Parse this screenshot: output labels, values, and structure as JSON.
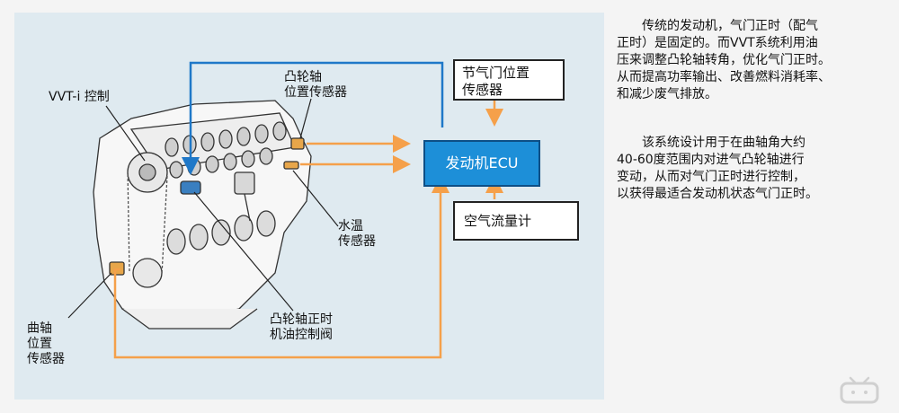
{
  "diagram": {
    "labels": {
      "vvti_control": "VVT-i 控制",
      "cam_position_sensor": [
        "凸轮轴",
        "位置传感器"
      ],
      "throttle_position_sensor": [
        "节气门位置",
        "传感器"
      ],
      "engine_ecu": "发动机ECU",
      "water_temp_sensor": [
        "水温",
        "传感器"
      ],
      "air_flow_meter": "空气流量计",
      "crank_position_sensor": [
        "曲轴",
        "位置",
        "传感器"
      ],
      "ocv": [
        "凸轮轴正时",
        "机油控制阀"
      ]
    },
    "colors": {
      "signal_line": "#f5a04a",
      "control_line": "#1f78c8",
      "ecu_fill": "#1d8fd8",
      "panel_bg": "#dfeaf0"
    }
  },
  "text": {
    "paragraph1": [
      "传统的发动机，气门正时（配气",
      "正时）是固定的。而VVT系统利用油",
      "压来调整凸轮轴转角，优化气门正时。",
      "从而提高功率输出、改善燃料消耗率、",
      "和减少废气排放。"
    ],
    "paragraph2": [
      "该系统设计用于在曲轴角大约",
      "40-60度范围内对进气凸轮轴进行",
      "变动，从而对气门正时进行控制，",
      "以获得最适合发动机状态气门正时。"
    ]
  },
  "watermark": {
    "icon": "bilibili-tv-icon"
  }
}
